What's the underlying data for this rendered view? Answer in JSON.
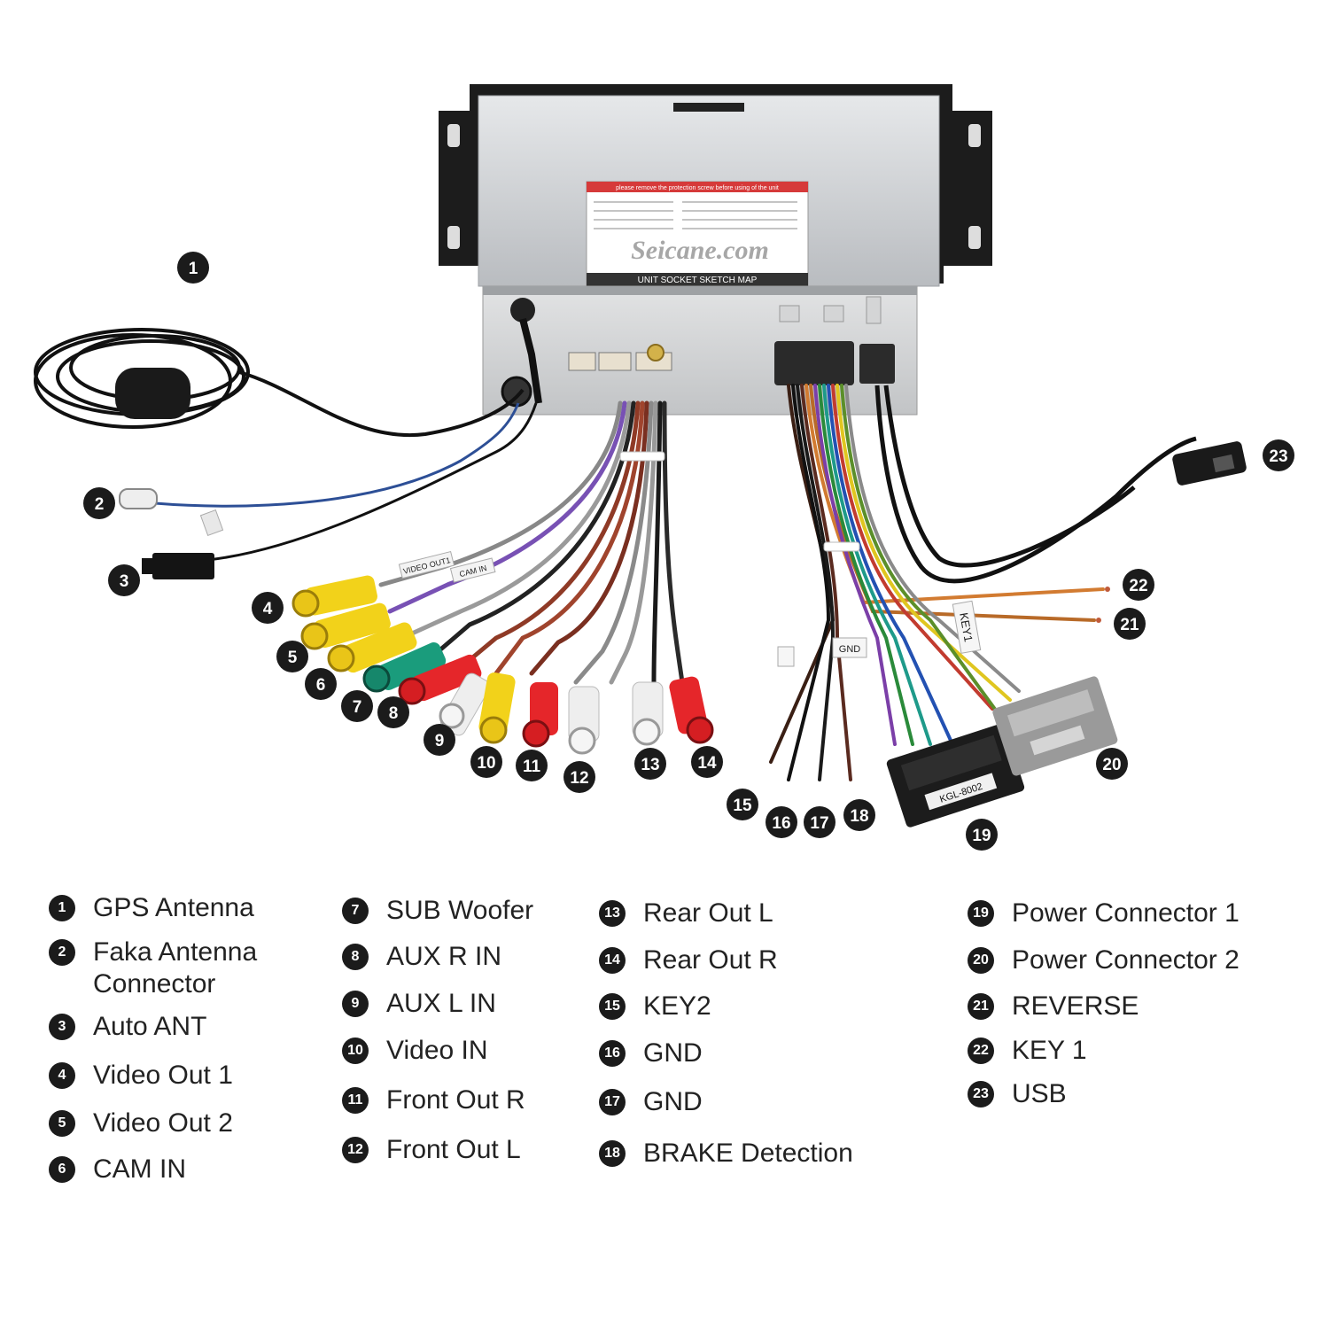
{
  "brand": {
    "watermark": "Seicane.com"
  },
  "unit_sticker": {
    "header": "please remove the protection screw before using of the unit",
    "title": "UNIT SOCKET SKETCH MAP"
  },
  "cable_tags": {
    "video_out1": "VIDEO OUT1",
    "cam_in": "CAM IN",
    "key1": "KEY1",
    "connector_code": "KGL-8002",
    "gnd": "GND"
  },
  "callouts": [
    "1",
    "2",
    "3",
    "4",
    "5",
    "6",
    "7",
    "8",
    "9",
    "10",
    "11",
    "12",
    "13",
    "14",
    "15",
    "16",
    "17",
    "18",
    "19",
    "20",
    "21",
    "22",
    "23"
  ],
  "legend": [
    {
      "num": "1",
      "label": "GPS Antenna"
    },
    {
      "num": "2",
      "label": "Faka Antenna Connector"
    },
    {
      "num": "3",
      "label": "Auto ANT"
    },
    {
      "num": "4",
      "label": "Video Out 1"
    },
    {
      "num": "5",
      "label": "Video Out 2"
    },
    {
      "num": "6",
      "label": "CAM IN"
    },
    {
      "num": "7",
      "label": "SUB Woofer"
    },
    {
      "num": "8",
      "label": "AUX R IN"
    },
    {
      "num": "9",
      "label": "AUX L IN"
    },
    {
      "num": "10",
      "label": "Video IN"
    },
    {
      "num": "11",
      "label": "Front Out R"
    },
    {
      "num": "12",
      "label": "Front Out L"
    },
    {
      "num": "13",
      "label": "Rear Out L"
    },
    {
      "num": "14",
      "label": "Rear Out R"
    },
    {
      "num": "15",
      "label": "KEY2"
    },
    {
      "num": "16",
      "label": "GND"
    },
    {
      "num": "17",
      "label": "GND"
    },
    {
      "num": "18",
      "label": "BRAKE Detection"
    },
    {
      "num": "19",
      "label": "Power Connector 1"
    },
    {
      "num": "20",
      "label": "Power Connector 2"
    },
    {
      "num": "21",
      "label": "REVERSE"
    },
    {
      "num": "22",
      "label": "KEY 1"
    },
    {
      "num": "23",
      "label": "USB"
    }
  ],
  "colors": {
    "rca_yellow": "#f2d21a",
    "rca_red": "#e5262a",
    "rca_white": "#eeeeee",
    "rca_green": "#1a9c7c",
    "chassis": "#c9ccd0",
    "bracket": "#1c1c1c",
    "badge": "#1b1b1b"
  }
}
